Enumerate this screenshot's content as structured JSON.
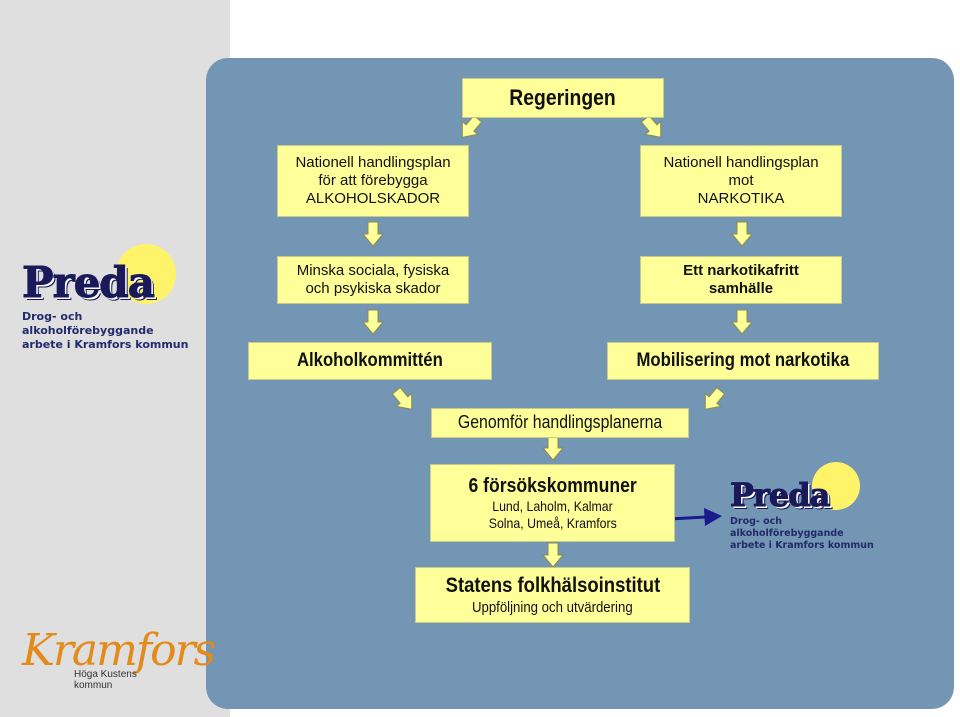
{
  "diagram": {
    "top": "Regeringen",
    "left_plan": [
      "Nationell handlingsplan",
      "för att förebygga",
      "ALKOHOLSKADOR"
    ],
    "right_plan": [
      "Nationell handlingsplan",
      "mot",
      "NARKOTIKA"
    ],
    "left_goal": [
      "Minska sociala, fysiska",
      "och psykiska skador"
    ],
    "right_goal": [
      "Ett narkotikafritt",
      "samhälle"
    ],
    "left_committee": "Alkoholkommittén",
    "right_committee": "Mobilisering mot narkotika",
    "implement": "Genomför handlingsplanerna",
    "pilot": {
      "title": "6 försökskommuner",
      "line1": "Lund, Laholm, Kalmar",
      "line2": "Solna, Umeå, Kramfors"
    },
    "institute": {
      "title": "Statens folkhälsoinstitut",
      "subtitle": "Uppföljning och utvärdering"
    }
  },
  "preda_logo": {
    "name": "Preda",
    "lines": [
      "Drog- och",
      "alkoholförebyggande",
      "arbete i Kramfors kommun"
    ]
  },
  "kramfors_logo": {
    "name": "Kramfors",
    "tagline": "Höga Kustens kommun"
  },
  "colors": {
    "background_panel": "#7296b3",
    "box_fill": "#ffff99",
    "arrow_fill": "#ffff99",
    "connector": "#1a1a8c",
    "logo_sun": "#fff36a",
    "logo_text": "#1a1a5a",
    "kramfors_orange": "#e28a1a"
  }
}
